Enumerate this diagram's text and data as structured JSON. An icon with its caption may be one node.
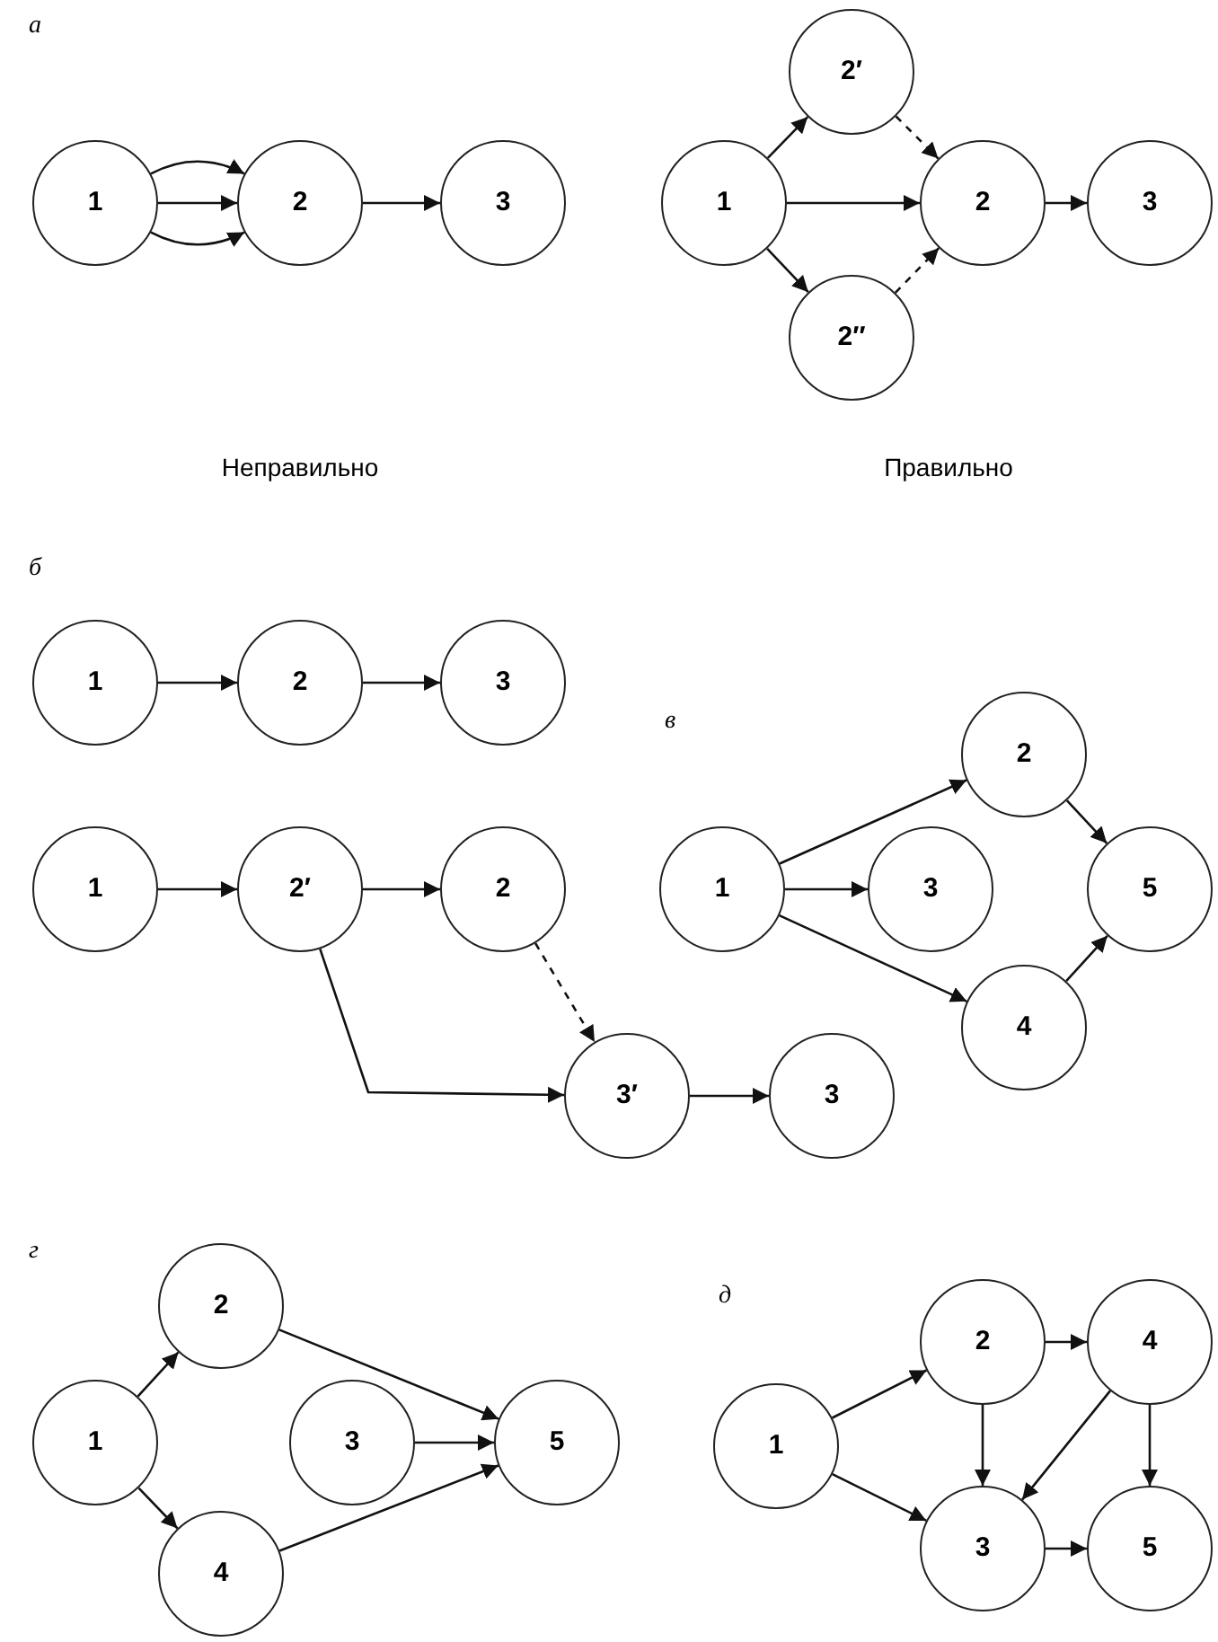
{
  "diagram": {
    "nodes": [
      {
        "text": [
          "1"
        ]
      },
      {
        "text": [
          "2"
        ]
      },
      {
        "text": [
          "3"
        ]
      },
      {
        "text": [
          "1"
        ]
      },
      {
        "text": [
          "2′"
        ]
      },
      {
        "text": [
          "2″"
        ]
      },
      {
        "text": [
          "2"
        ]
      },
      {
        "text": [
          "3"
        ]
      },
      {
        "text": [
          "1"
        ]
      },
      {
        "text": [
          "2"
        ]
      },
      {
        "text": [
          "3"
        ]
      },
      {
        "text": [
          "1"
        ]
      },
      {
        "text": [
          "2′"
        ]
      },
      {
        "text": [
          "2"
        ]
      },
      {
        "text": [
          "3′"
        ]
      },
      {
        "text": [
          "3"
        ]
      },
      {
        "text": [
          "1"
        ]
      },
      {
        "text": [
          "2"
        ]
      },
      {
        "text": [
          "3"
        ]
      },
      {
        "text": [
          "4"
        ]
      },
      {
        "text": [
          "5"
        ]
      },
      {
        "text": [
          "1"
        ]
      },
      {
        "text": [
          "2"
        ]
      },
      {
        "text": [
          "3"
        ]
      },
      {
        "text": [
          "4"
        ]
      },
      {
        "text": [
          "5"
        ]
      },
      {
        "text": [
          "1"
        ]
      },
      {
        "text": [
          "2"
        ]
      },
      {
        "text": [
          "3"
        ]
      },
      {
        "text": [
          "4"
        ]
      },
      {
        "text": [
          "5"
        ]
      }
    ],
    "edges": [
      {
        "from": 0,
        "to": 1,
        "arrow": "to"
      },
      {
        "from": 0,
        "to": 1,
        "arrow": "to"
      },
      {
        "from": 0,
        "to": 1,
        "arrow": "to"
      },
      {
        "from": 1,
        "to": 2,
        "arrow": "to"
      },
      {
        "from": 3,
        "to": 4,
        "arrow": "to"
      },
      {
        "from": 3,
        "to": 5,
        "arrow": "to"
      },
      {
        "from": 3,
        "to": 6,
        "arrow": "to"
      },
      {
        "from": 4,
        "to": 6,
        "arrow": "to",
        "style": "dashed"
      },
      {
        "from": 5,
        "to": 6,
        "arrow": "to",
        "style": "dashed"
      },
      {
        "from": 6,
        "to": 7,
        "arrow": "to"
      },
      {
        "from": 8,
        "to": 9,
        "arrow": "to"
      },
      {
        "from": 9,
        "to": 10,
        "arrow": "to"
      },
      {
        "from": 11,
        "to": 12,
        "arrow": "to"
      },
      {
        "from": 12,
        "to": 13,
        "arrow": "to"
      },
      {
        "from": 13,
        "to": 14,
        "arrow": "to",
        "style": "dashed"
      },
      {
        "from": 12,
        "to": 14,
        "arrow": "to"
      },
      {
        "from": 14,
        "to": 15,
        "arrow": "to"
      },
      {
        "from": 16,
        "to": 17,
        "arrow": "to"
      },
      {
        "from": 16,
        "to": 18,
        "arrow": "to"
      },
      {
        "from": 16,
        "to": 19,
        "arrow": "to"
      },
      {
        "from": 17,
        "to": 20,
        "arrow": "to"
      },
      {
        "from": 19,
        "to": 20,
        "arrow": "to"
      },
      {
        "from": 21,
        "to": 22,
        "arrow": "to"
      },
      {
        "from": 21,
        "to": 24,
        "arrow": "to"
      },
      {
        "from": 22,
        "to": 25,
        "arrow": "to"
      },
      {
        "from": 23,
        "to": 25,
        "arrow": "to"
      },
      {
        "from": 24,
        "to": 25,
        "arrow": "to"
      },
      {
        "from": 26,
        "to": 27,
        "arrow": "to"
      },
      {
        "from": 26,
        "to": 28,
        "arrow": "to"
      },
      {
        "from": 27,
        "to": 29,
        "arrow": "to"
      },
      {
        "from": 27,
        "to": 28,
        "arrow": "to"
      },
      {
        "from": 29,
        "to": 28,
        "arrow": "to"
      },
      {
        "from": 29,
        "to": 30,
        "arrow": "to"
      },
      {
        "from": 28,
        "to": 30,
        "arrow": "to"
      }
    ],
    "labels": [
      "а",
      "Неправильно",
      "Правильно",
      "б",
      "в",
      "г",
      "д"
    ]
  }
}
